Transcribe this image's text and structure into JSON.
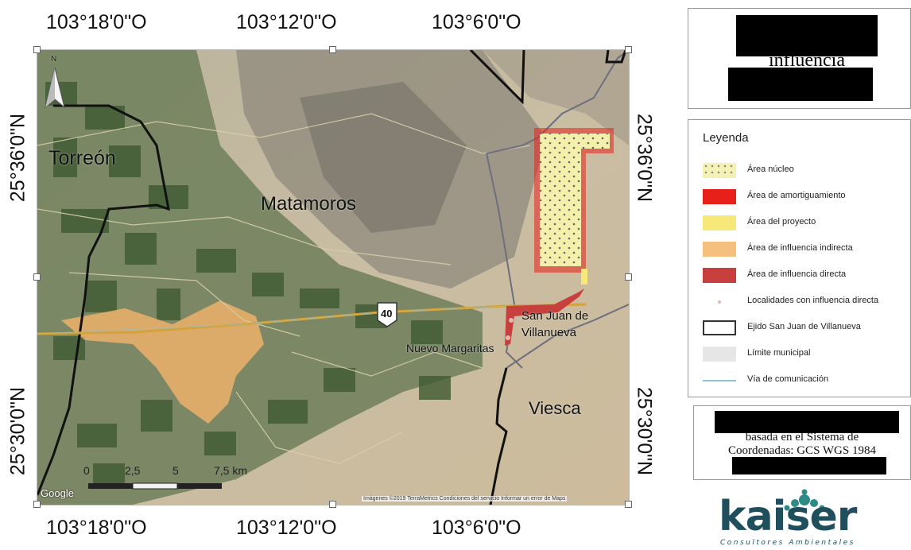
{
  "coords": {
    "top": [
      "103°18ʹ0ʺO",
      "103°12ʹ0ʺO",
      "103°6ʹ0ʺO"
    ],
    "bottom": [
      "103°18ʹ0ʺO",
      "103°12ʹ0ʺO",
      "103°6ʹ0ʺO"
    ],
    "left": [
      "25°36ʹ0ʺN",
      "25°30ʹ0ʺN"
    ],
    "right": [
      "25°36ʹ0ʺN",
      "25°30ʹ0ʺN"
    ]
  },
  "map": {
    "places": {
      "torreon": "Torreón",
      "matamoros": "Matamoros",
      "san_juan_line1": "San Juan de",
      "san_juan_line2": "Villanueva",
      "nuevo_margaritas": "Nuevo Margaritas",
      "viesca": "Viesca"
    },
    "highway_shield": "40",
    "north_letter": "N",
    "google_watermark": "Google",
    "attribution": "Imágenes ©2019 TerraMetrics   Condiciones del servicio   Informar un error de Maps",
    "scale_labels": [
      "0",
      "2,5",
      "5",
      "7,5 km"
    ]
  },
  "title_panel": {
    "visible_fragment": "influencia"
  },
  "legend": {
    "title": "Leyenda",
    "items": [
      {
        "label": "Área núcleo",
        "color": "#f4f1b4"
      },
      {
        "label": "Área de amortiguamiento",
        "color": "#e8201a"
      },
      {
        "label": "Área del proyecto",
        "color": "#f6e97a"
      },
      {
        "label": "Área de influencia indirecta",
        "color": "#f5c07e"
      },
      {
        "label": "Área de influencia directa",
        "color": "#c8403e"
      },
      {
        "label": "Localidades con influencia directa",
        "color": "#e2b9b0"
      },
      {
        "label": "Ejido San Juan de Villanueva",
        "color": "#333333"
      },
      {
        "label": "Límite municipal",
        "color": "#e6e6e6"
      },
      {
        "label": "Vía de comunicación",
        "color": "#8fc1d8"
      }
    ]
  },
  "source_panel": {
    "line2": "basada en el Sistema de",
    "line3": "Coordenadas: GCS WGS 1984"
  },
  "logo": {
    "text": "kaiser",
    "subtitle": "Consultores Ambientales",
    "color": "#1f4e5c"
  }
}
